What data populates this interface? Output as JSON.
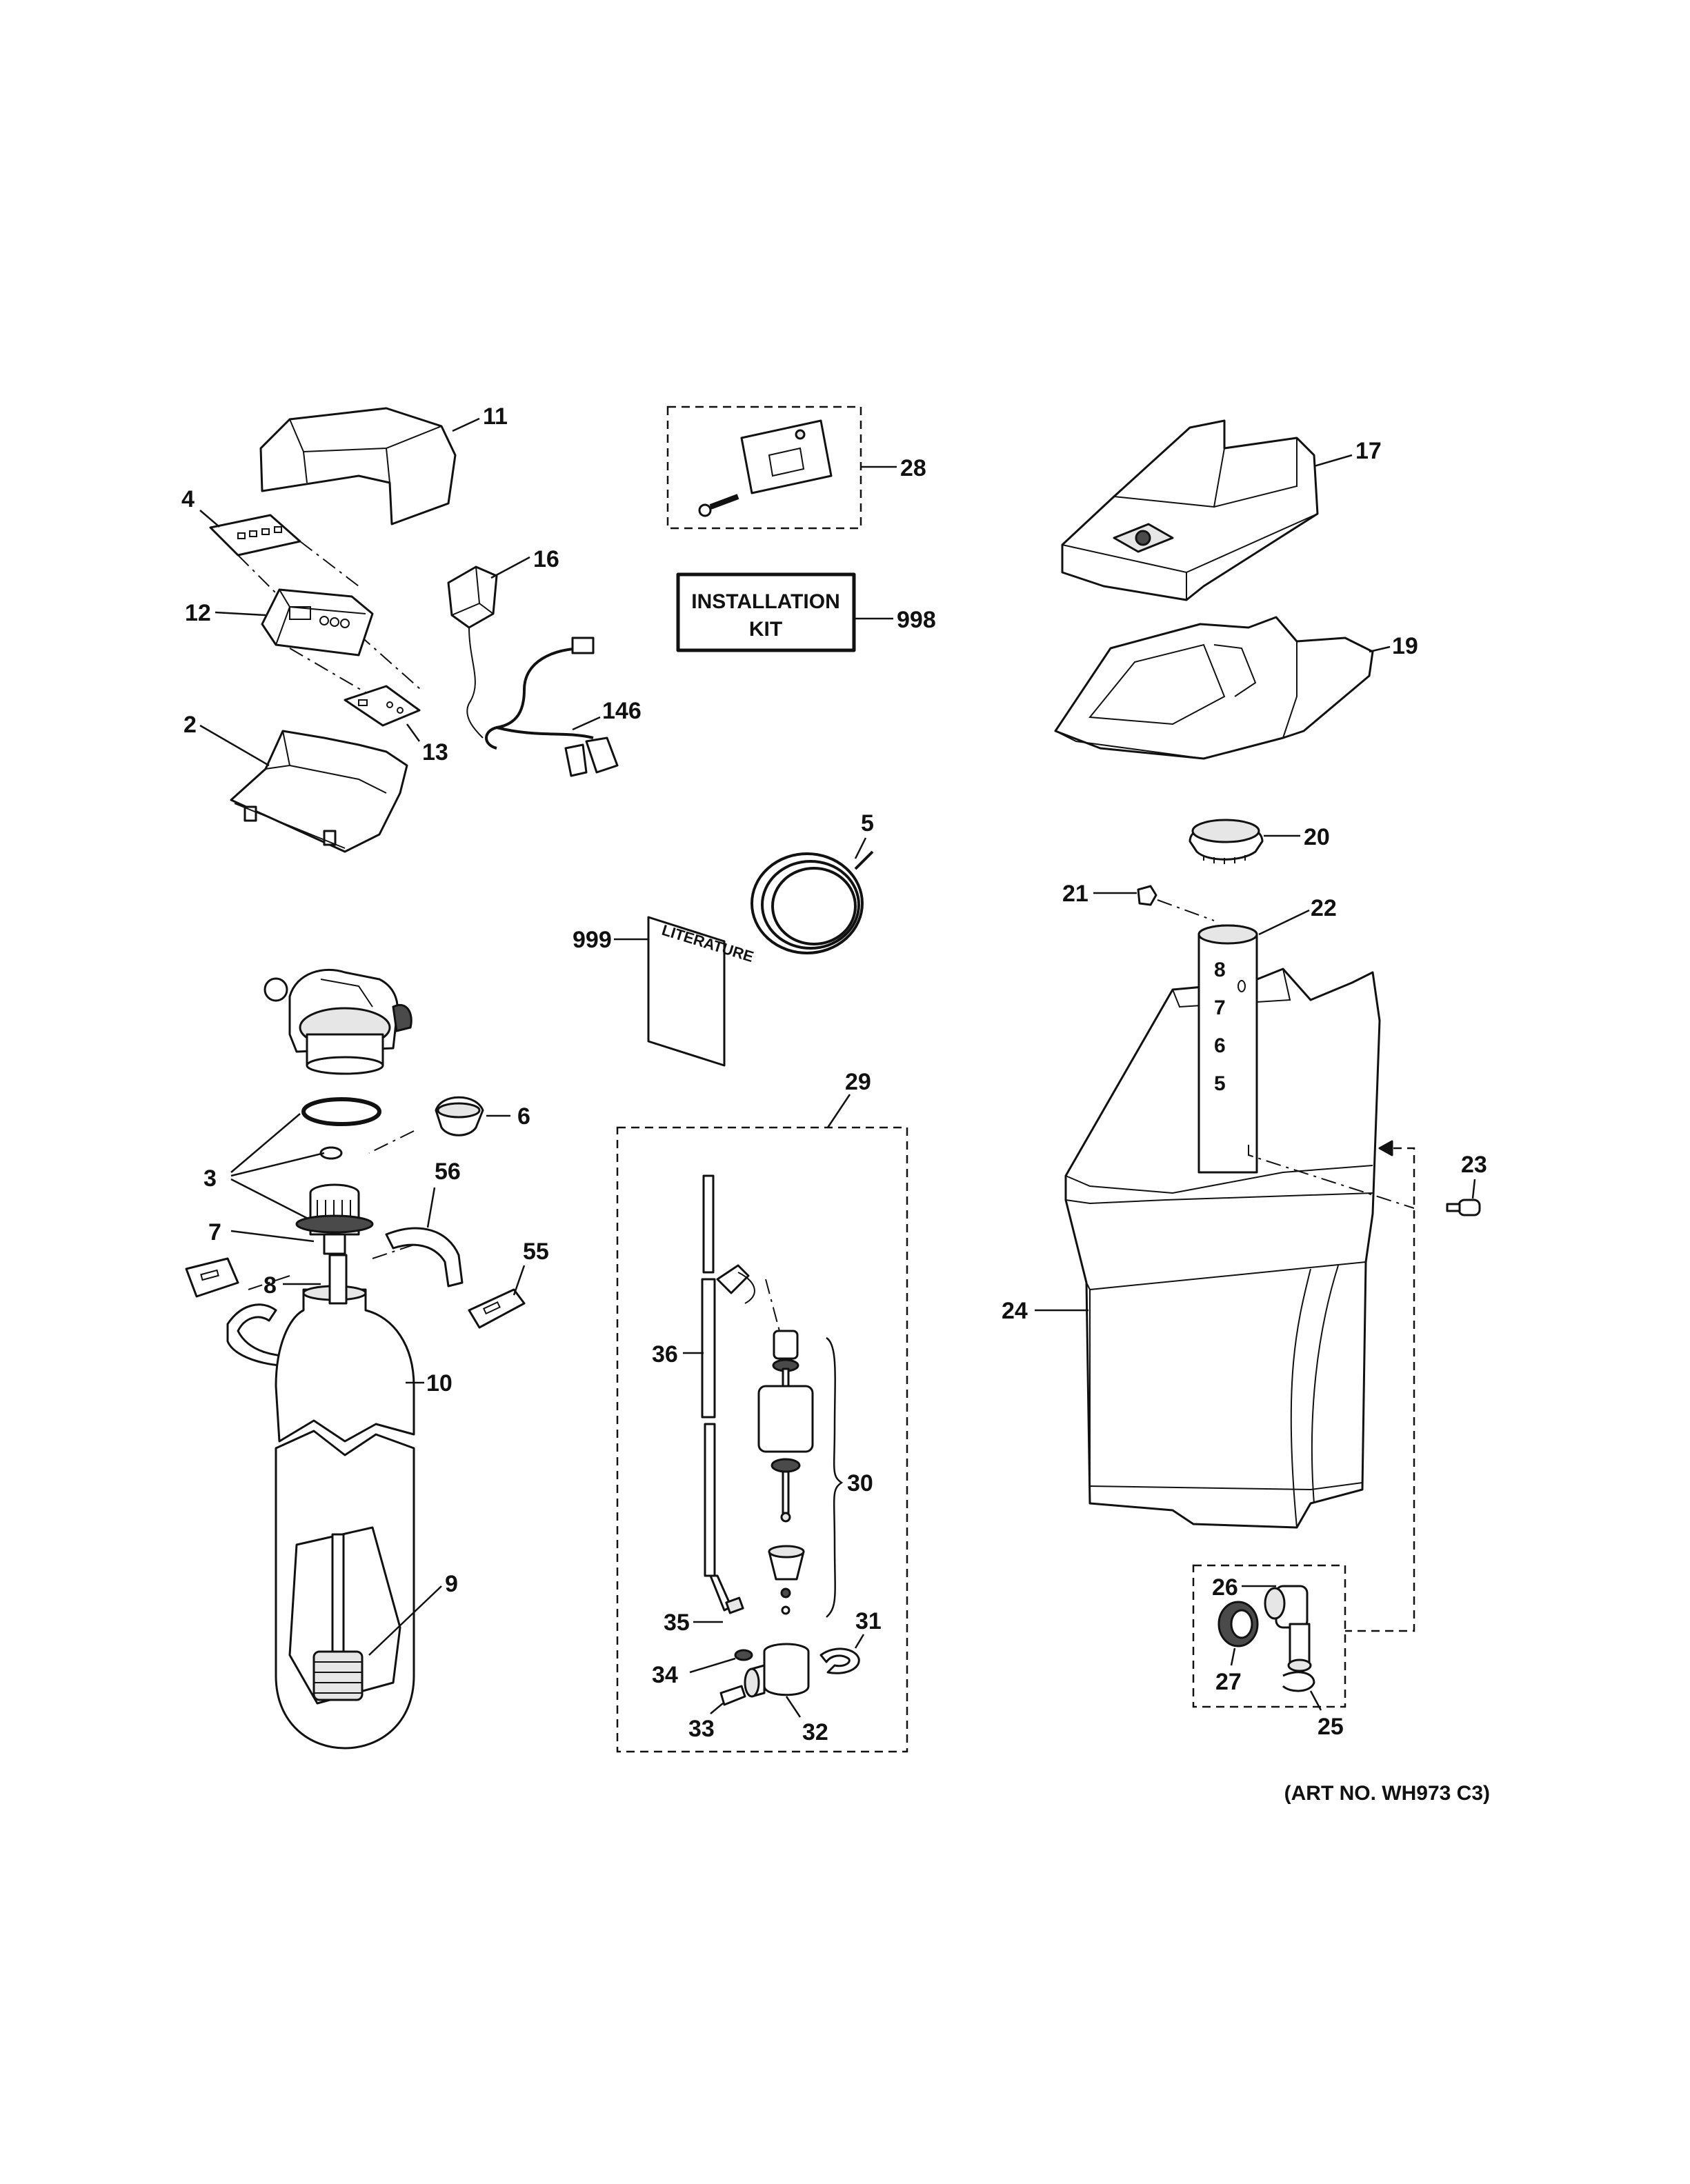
{
  "labels": {
    "p11": "11",
    "p4": "4",
    "p12": "12",
    "p13": "13",
    "p2": "2",
    "p16": "16",
    "p146": "146",
    "p28": "28",
    "p998": "998",
    "p17": "17",
    "p19": "19",
    "p20": "20",
    "p21": "21",
    "p22": "22",
    "p5": "5",
    "p999": "999",
    "p6": "6",
    "p3": "3",
    "p56": "56",
    "p7": "7",
    "p55": "55",
    "p8": "8",
    "p10": "10",
    "p9": "9",
    "p29": "29",
    "p36": "36",
    "p30": "30",
    "p35": "35",
    "p31": "31",
    "p34": "34",
    "p33": "33",
    "p32": "32",
    "p23": "23",
    "p24": "24",
    "p26": "26",
    "p27": "27",
    "p25": "25"
  },
  "installation_kit": {
    "line1": "INSTALLATION",
    "line2": "KIT"
  },
  "literature_text": "LITERATURE",
  "scale_marks": [
    "8",
    "7",
    "6",
    "5"
  ],
  "art_number": "(ART NO. WH973 C3)"
}
